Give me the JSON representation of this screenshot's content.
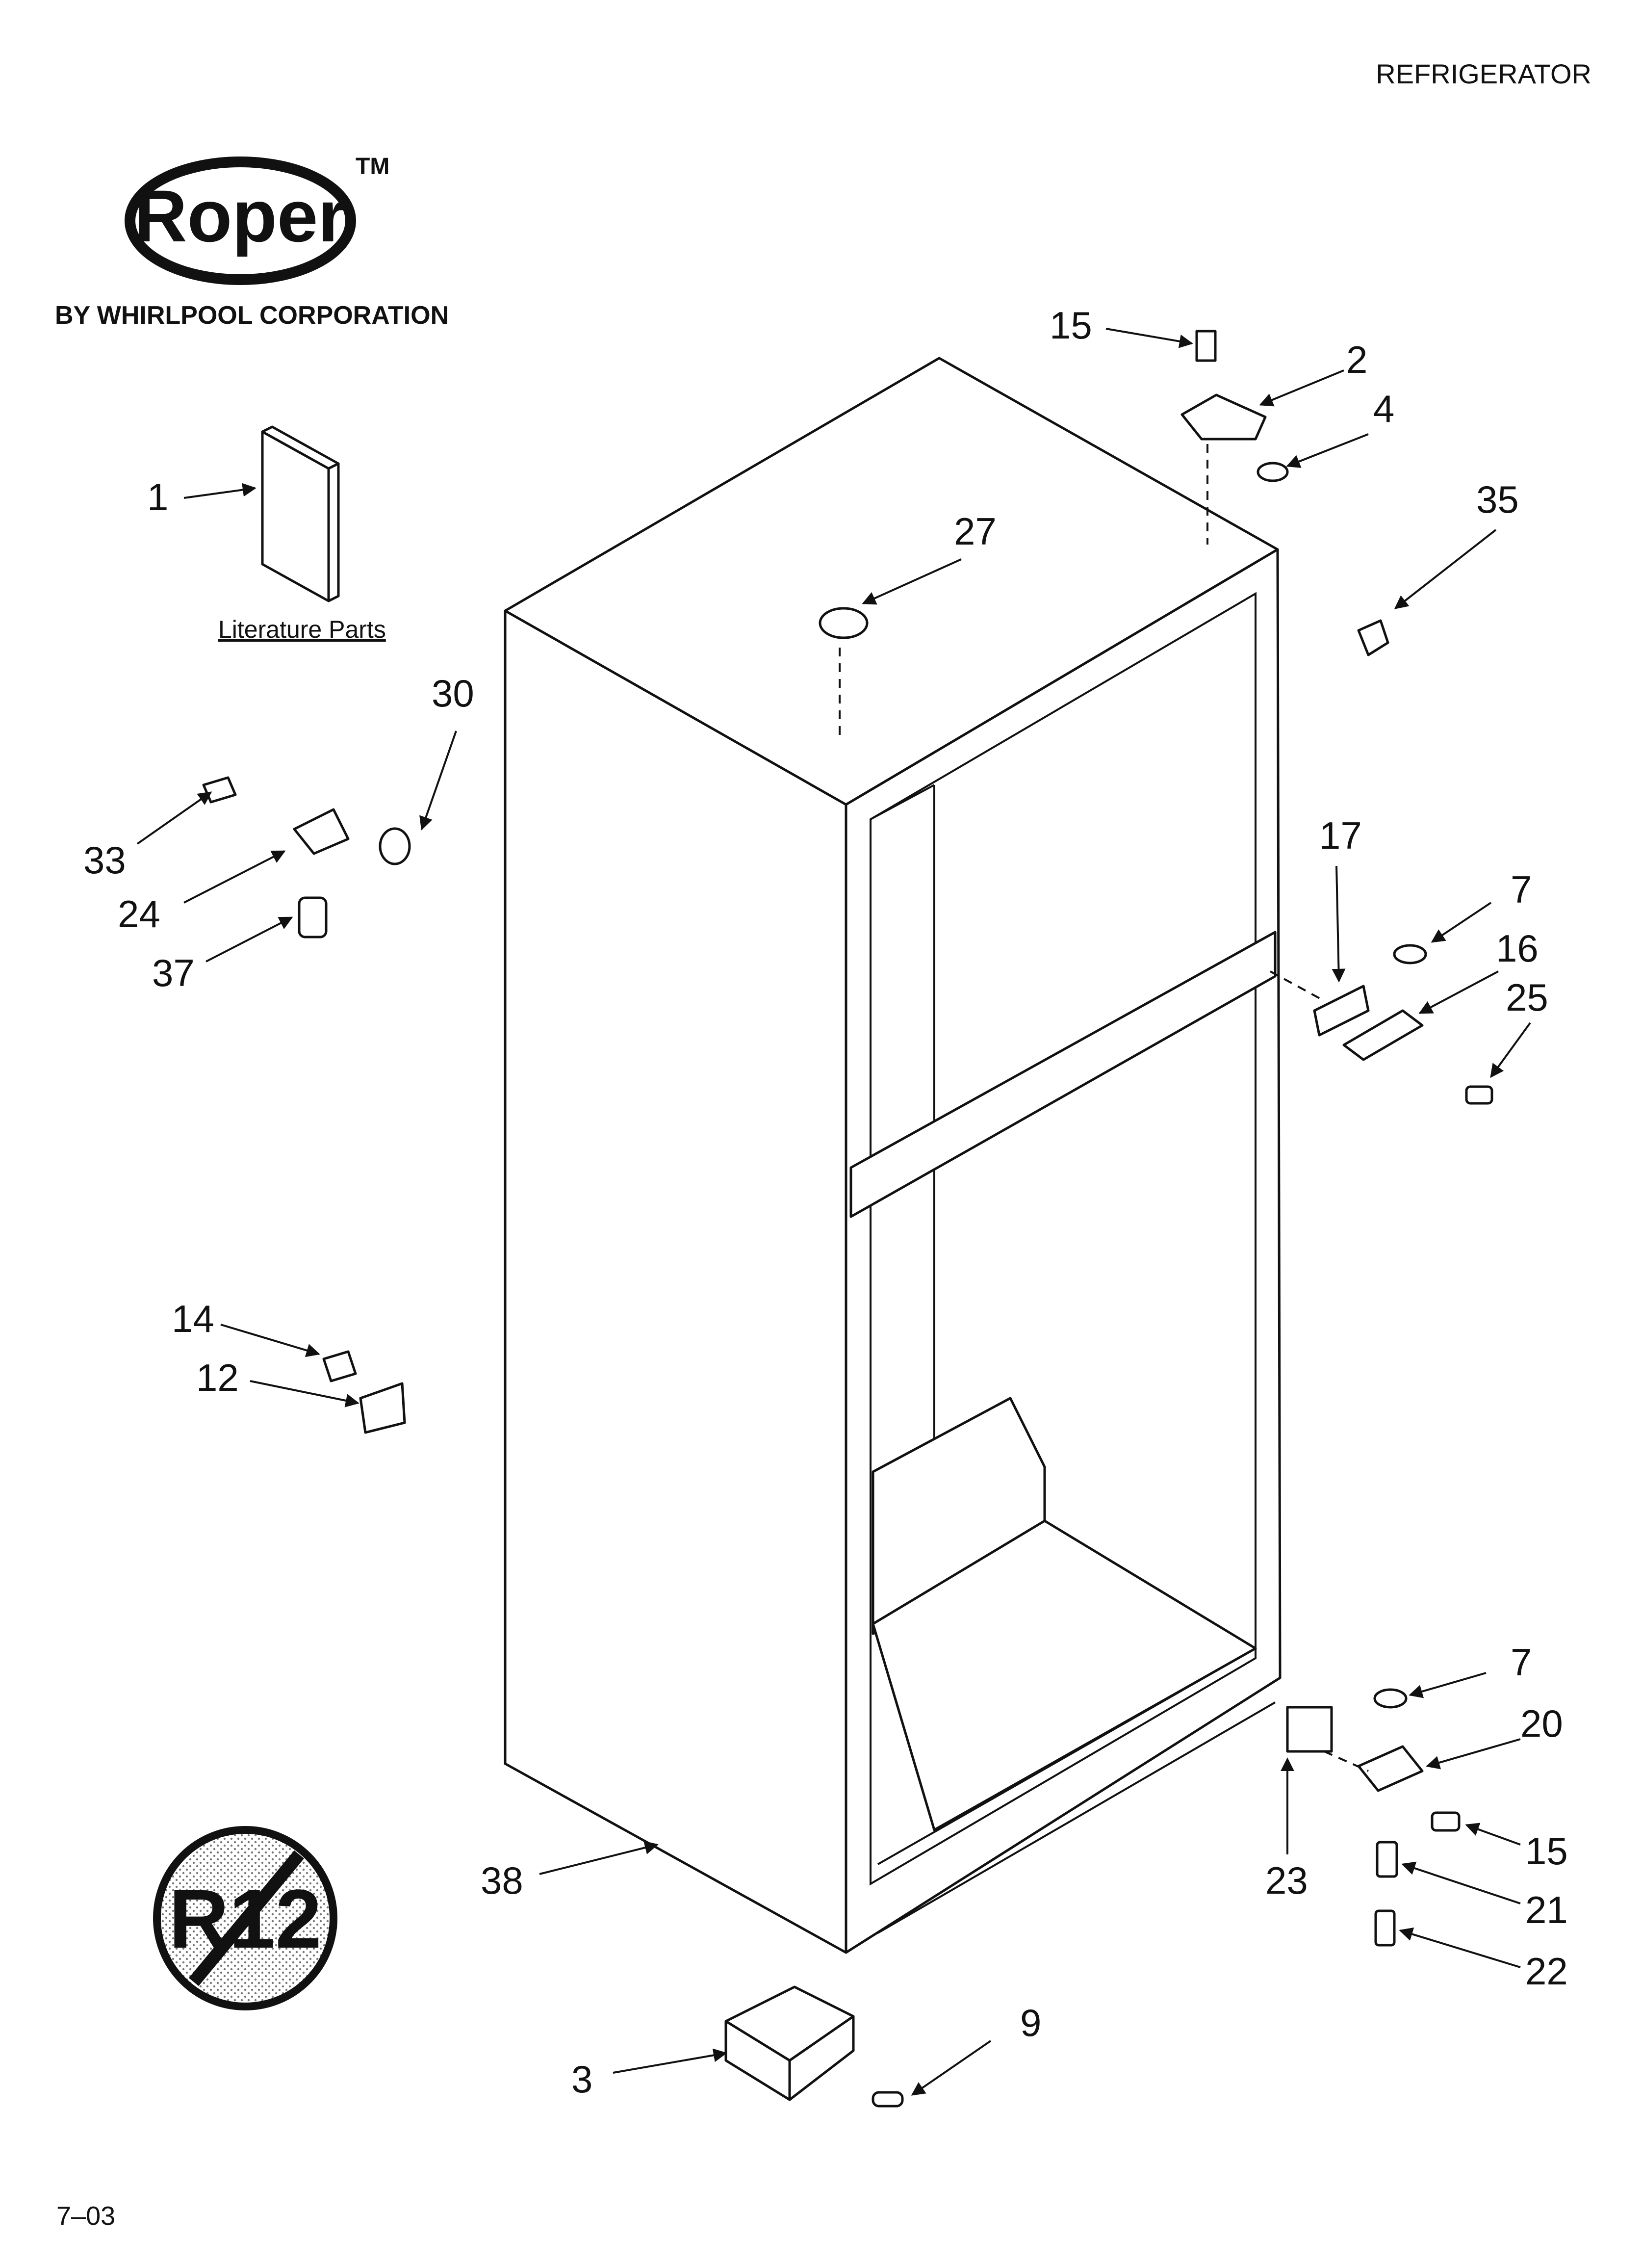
{
  "header": {
    "category": "REFRIGERATOR"
  },
  "brand": {
    "logo_text": "Roper",
    "trademark": "TM",
    "byline": "BY WHIRLPOOL CORPORATION"
  },
  "literature": {
    "caption": "Literature Parts"
  },
  "badge": {
    "text": "R12"
  },
  "callouts": [
    "1",
    "2",
    "3",
    "4",
    "7",
    "7",
    "9",
    "12",
    "14",
    "15",
    "15",
    "16",
    "17",
    "20",
    "21",
    "22",
    "23",
    "24",
    "25",
    "27",
    "30",
    "33",
    "35",
    "37",
    "38"
  ],
  "footer": {
    "date_code": "7–03"
  },
  "colors": {
    "ink": "#111111",
    "paper": "#ffffff"
  }
}
